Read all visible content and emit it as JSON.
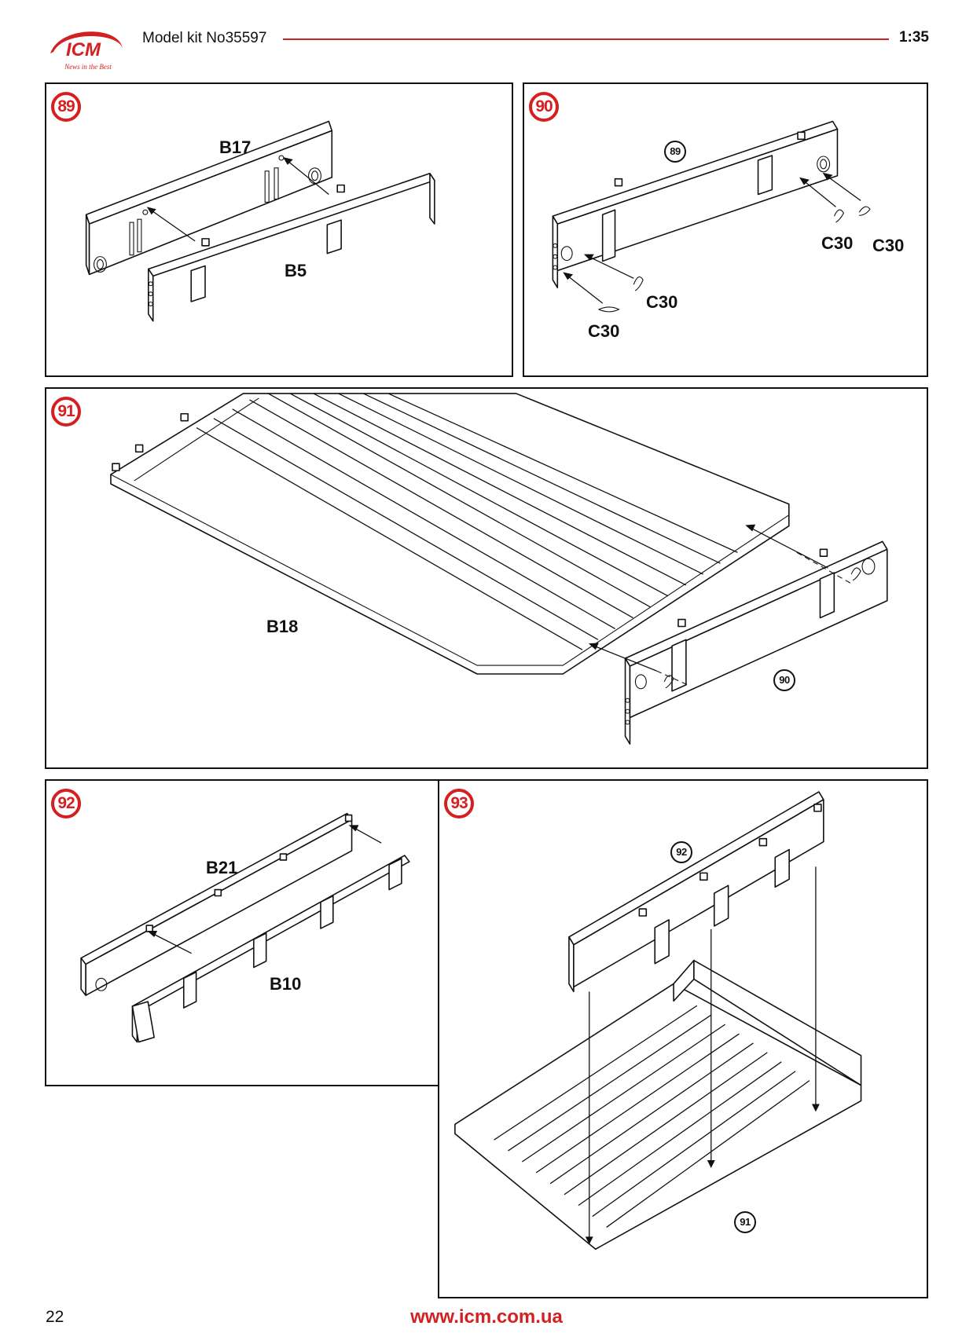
{
  "header": {
    "brand": "ICM",
    "tagline": "News in the Best",
    "title": "Model kit No35597",
    "scale": "1:35"
  },
  "steps": [
    {
      "number": "89",
      "labels": [
        "B17",
        "B5"
      ]
    },
    {
      "number": "90",
      "ref": "89",
      "labels": [
        "C30",
        "C30",
        "C30",
        "C30"
      ]
    },
    {
      "number": "91",
      "ref": "90",
      "labels": [
        "B18"
      ]
    },
    {
      "number": "92",
      "labels": [
        "B21",
        "B10"
      ]
    },
    {
      "number": "93",
      "refs": [
        "92",
        "91"
      ]
    }
  ],
  "footer": {
    "page_number": "22",
    "website": "www.icm.com.ua"
  },
  "colors": {
    "accent": "#d42020",
    "line": "#111111"
  }
}
